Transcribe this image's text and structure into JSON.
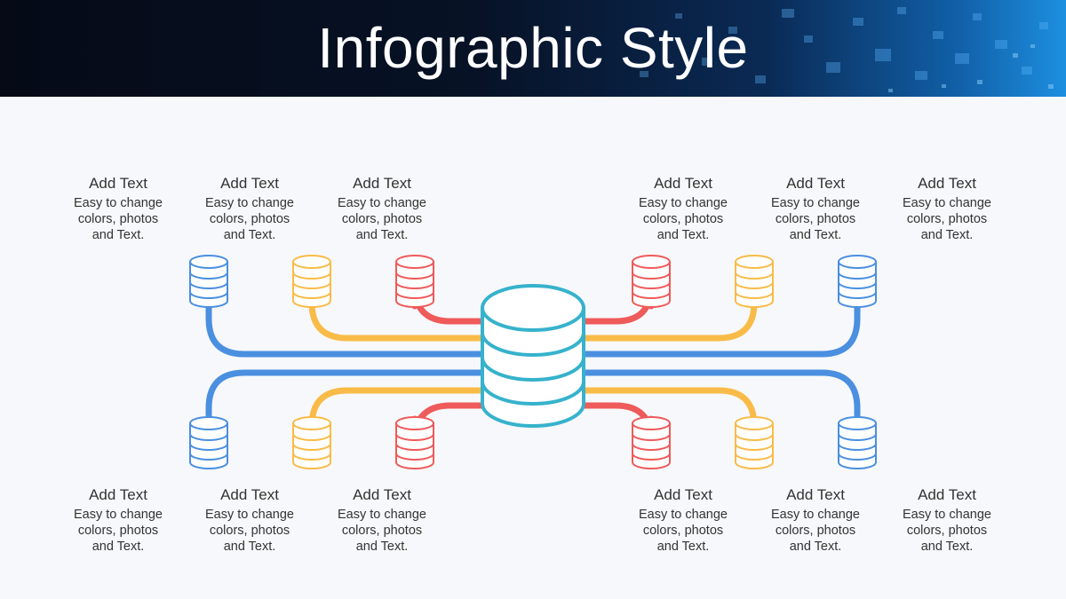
{
  "slide": {
    "title": "Infographic Style"
  },
  "colors": {
    "blue": "#4a8fe0",
    "orange": "#f9bb48",
    "red": "#ef5a5a",
    "center": "#36b2cc"
  },
  "labels_top": [
    {
      "heading": "Add Text",
      "line1": "Easy to change",
      "line2": "colors, photos",
      "line3": "and Text."
    },
    {
      "heading": "Add Text",
      "line1": "Easy to change",
      "line2": "colors, photos",
      "line3": "and Text."
    },
    {
      "heading": "Add Text",
      "line1": "Easy to change",
      "line2": "colors, photos",
      "line3": "and Text."
    },
    {
      "heading": "Add Text",
      "line1": "Easy to change",
      "line2": "colors, photos",
      "line3": "and Text."
    },
    {
      "heading": "Add Text",
      "line1": "Easy to change",
      "line2": "colors, photos",
      "line3": "and Text."
    },
    {
      "heading": "Add Text",
      "line1": "Easy to change",
      "line2": "colors, photos",
      "line3": "and Text."
    }
  ],
  "labels_bottom": [
    {
      "heading": "Add Text",
      "line1": "Easy to change",
      "line2": "colors, photos",
      "line3": "and Text."
    },
    {
      "heading": "Add Text",
      "line1": "Easy to change",
      "line2": "colors, photos",
      "line3": "and Text."
    },
    {
      "heading": "Add Text",
      "line1": "Easy to change",
      "line2": "colors, photos",
      "line3": "and Text."
    },
    {
      "heading": "Add Text",
      "line1": "Easy to change",
      "line2": "colors, photos",
      "line3": "and Text."
    },
    {
      "heading": "Add Text",
      "line1": "Easy to change",
      "line2": "colors, photos",
      "line3": "and Text."
    },
    {
      "heading": "Add Text",
      "line1": "Easy to change",
      "line2": "colors, photos",
      "line3": "and Text."
    }
  ]
}
